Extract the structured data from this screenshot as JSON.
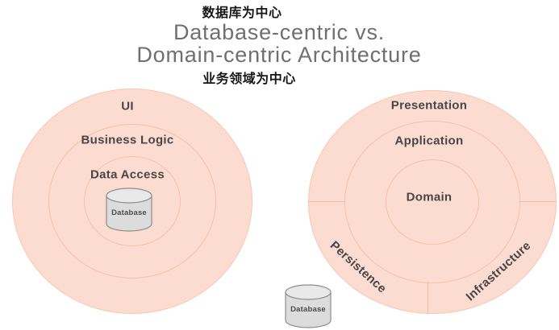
{
  "header": {
    "cn_top": "数据库为中心",
    "title_line1": "Database-centric vs.",
    "title_line2": "Domain-centric Architecture",
    "cn_bottom": "业务领域为中心"
  },
  "left_diagram": {
    "outer_label": "UI",
    "middle_label": "Business Logic",
    "inner_label": "Data Access",
    "database_label": "Database"
  },
  "right_diagram": {
    "outer_label": "Presentation",
    "middle_label": "Application",
    "inner_label": "Domain",
    "sector_left_label": "Persistence",
    "sector_right_label": "Infrastructure",
    "database_label": "Database"
  },
  "colors": {
    "circle_fill": "#fcdbd1",
    "ring_stroke": "#f3c2a9",
    "layer_text": "#474747",
    "title_text": "#6f6f6f",
    "cn_text": "#161616",
    "cylinder_fill": "#dcdcdc",
    "cylinder_top_fill": "#e9e9e9",
    "cylinder_stroke": "#8c8c8c"
  }
}
